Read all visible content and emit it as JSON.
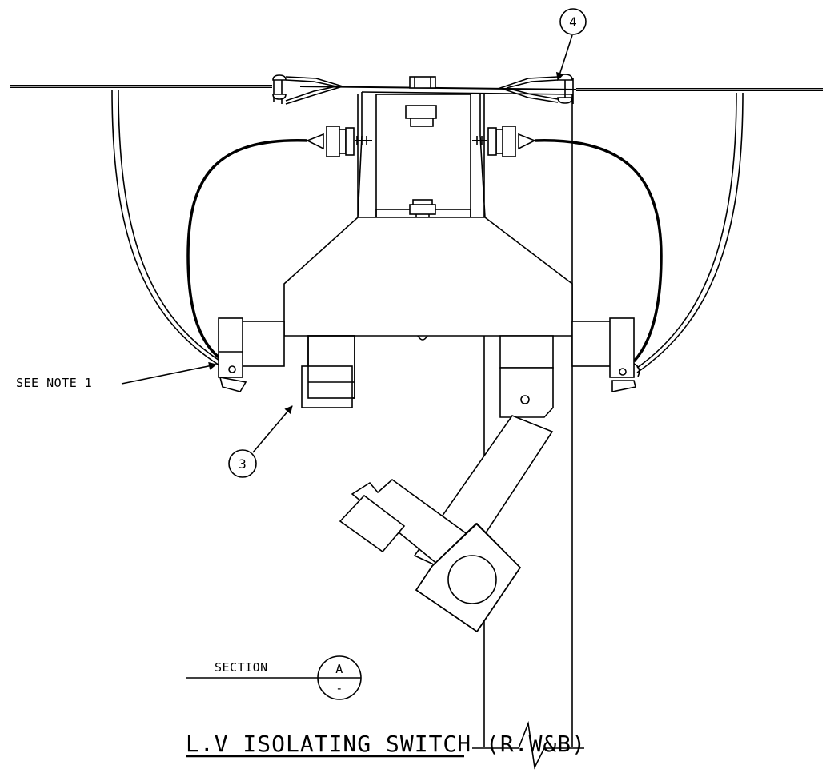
{
  "labels": {
    "see_note": "SEE NOTE 1",
    "balloon_3": "3",
    "balloon_4": "4",
    "section_word": "SECTION",
    "section_letter": "A",
    "section_sheet": "-",
    "title": "L.V ISOLATING SWITCH (R.W&B)"
  },
  "colors": {
    "line": "#000000",
    "background": "#ffffff"
  }
}
